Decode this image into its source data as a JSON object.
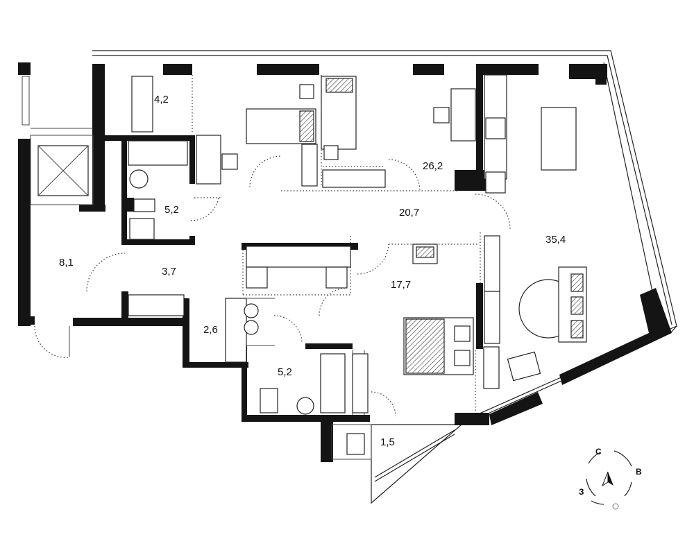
{
  "rooms": [
    {
      "id": "storage-nw",
      "label": "4,2"
    },
    {
      "id": "bathroom-north",
      "label": "5,2"
    },
    {
      "id": "lobby",
      "label": "8,1"
    },
    {
      "id": "hall-west",
      "label": "3,7"
    },
    {
      "id": "closet",
      "label": "2,6"
    },
    {
      "id": "bathroom-south",
      "label": "5,2"
    },
    {
      "id": "balcony",
      "label": "1,5"
    },
    {
      "id": "bedroom",
      "label": "17,7"
    },
    {
      "id": "corridor",
      "label": "20,7"
    },
    {
      "id": "study-bedroom",
      "label": "26,2"
    },
    {
      "id": "living-kitchen",
      "label": "35,4"
    }
  ],
  "compass": {
    "north": "С",
    "east": "В",
    "west": "З"
  },
  "colors": {
    "wall": "#141414",
    "line": "#222222",
    "background": "#ffffff"
  }
}
